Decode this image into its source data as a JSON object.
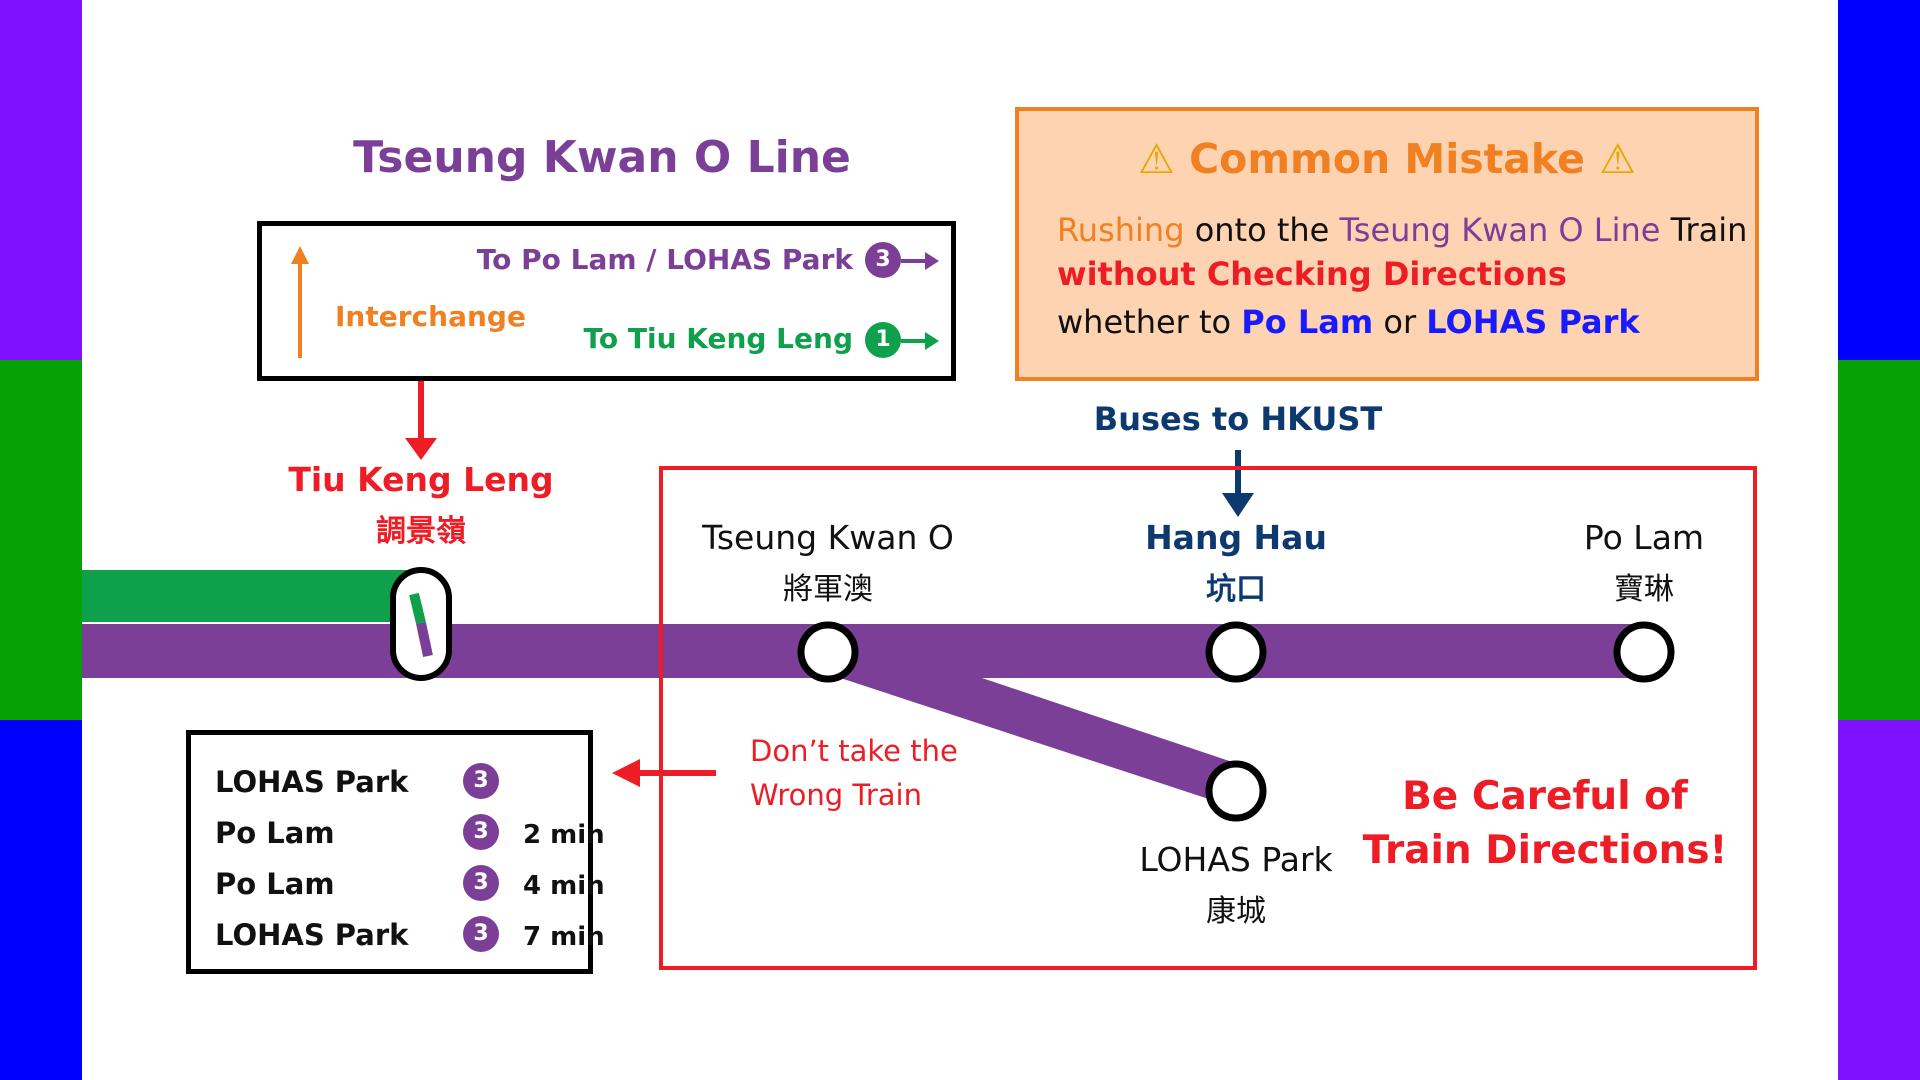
{
  "colors": {
    "tko_line": "#7b3f98",
    "tkl_green": "#0ea04b",
    "warning_orange": "#f08021",
    "alert_red": "#ee1c25",
    "navy": "#0d3a6e",
    "bright_blue": "#1a1aff"
  },
  "line_title": "Tseung Kwan O Line",
  "direction_sign": {
    "interchange_label": "Interchange",
    "row1": {
      "text": "To Po Lam / LOHAS Park",
      "badge": "3"
    },
    "row2": {
      "text": "To Tiu Keng Leng",
      "badge": "1"
    }
  },
  "mistake": {
    "title": "Common Mistake",
    "warn_icon": "⚠",
    "line1_part1": "Rushing",
    "line1_part2": " onto the ",
    "line1_part3": "Tseung Kwan O Line",
    "line1_part4": " Train",
    "line2": "without Checking Directions",
    "line3_part1": "whether to ",
    "line3_part2": "Po Lam",
    "line3_part3": " or ",
    "line3_part4": "LOHAS Park"
  },
  "buses_label": "Buses to HKUST",
  "stations": {
    "tiu_keng_leng": {
      "en": "Tiu Keng Leng",
      "cn": "調景嶺"
    },
    "tseung_kwan_o": {
      "en": "Tseung Kwan O",
      "cn": "將軍澳"
    },
    "hang_hau": {
      "en": "Hang Hau",
      "cn": "坑口"
    },
    "po_lam": {
      "en": "Po Lam",
      "cn": "寶琳"
    },
    "lohas_park": {
      "en": "LOHAS Park",
      "cn": "康城"
    }
  },
  "wrong_train": {
    "line1": "Don’t take the",
    "line2": "Wrong Train"
  },
  "be_careful": {
    "line1": "Be Careful of",
    "line2": "Train Directions!"
  },
  "departures": [
    {
      "dest": "LOHAS Park",
      "badge": "3",
      "time": ""
    },
    {
      "dest": "Po Lam",
      "badge": "3",
      "time": "2 min"
    },
    {
      "dest": "Po Lam",
      "badge": "3",
      "time": "4 min"
    },
    {
      "dest": "LOHAS Park",
      "badge": "3",
      "time": "7 min"
    }
  ]
}
